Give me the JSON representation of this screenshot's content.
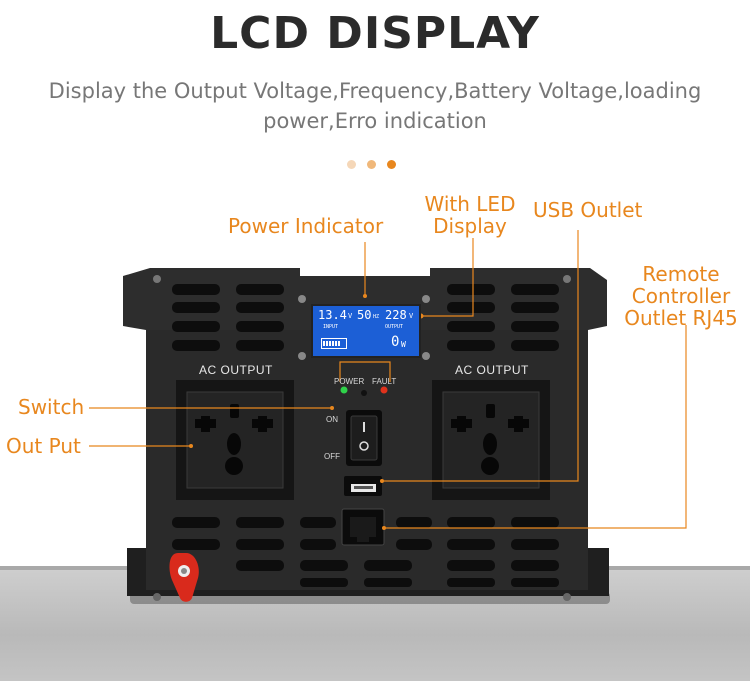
{
  "heading": "LCD DISPLAY",
  "description": "Display the Output Voltage,Frequency,Battery Voltage,loading power,Erro indication",
  "carousel_dots": [
    "#f5d7b8",
    "#f0b87a",
    "#e8871e"
  ],
  "callouts": {
    "power_indicator": "Power Indicator",
    "led_display_line1": "With LED",
    "led_display_line2": "Display",
    "usb_outlet": "USB Outlet",
    "remote_line1": "Remote",
    "remote_line2": "Controller",
    "remote_line3": "Outlet RJ45",
    "switch": "Switch",
    "output": "Out Put"
  },
  "device": {
    "left_socket_label": "AC  OUTPUT",
    "right_socket_label": "AC  OUTPUT",
    "power_led_label": "POWER",
    "fault_led_label": "FAULT",
    "switch_on": "ON",
    "switch_off": "OFF",
    "lcd": {
      "input_voltage": "13.4",
      "input_unit": "V",
      "input_label": "INPUT",
      "frequency": "50",
      "frequency_unit": "HZ",
      "output_voltage": "228",
      "output_unit": "V",
      "output_label": "OUTPUT",
      "power": "0",
      "power_unit": "W"
    }
  },
  "colors": {
    "accent": "#e8871e",
    "device_body": "#2d2d2d",
    "lcd_background": "#1c5fd6"
  }
}
